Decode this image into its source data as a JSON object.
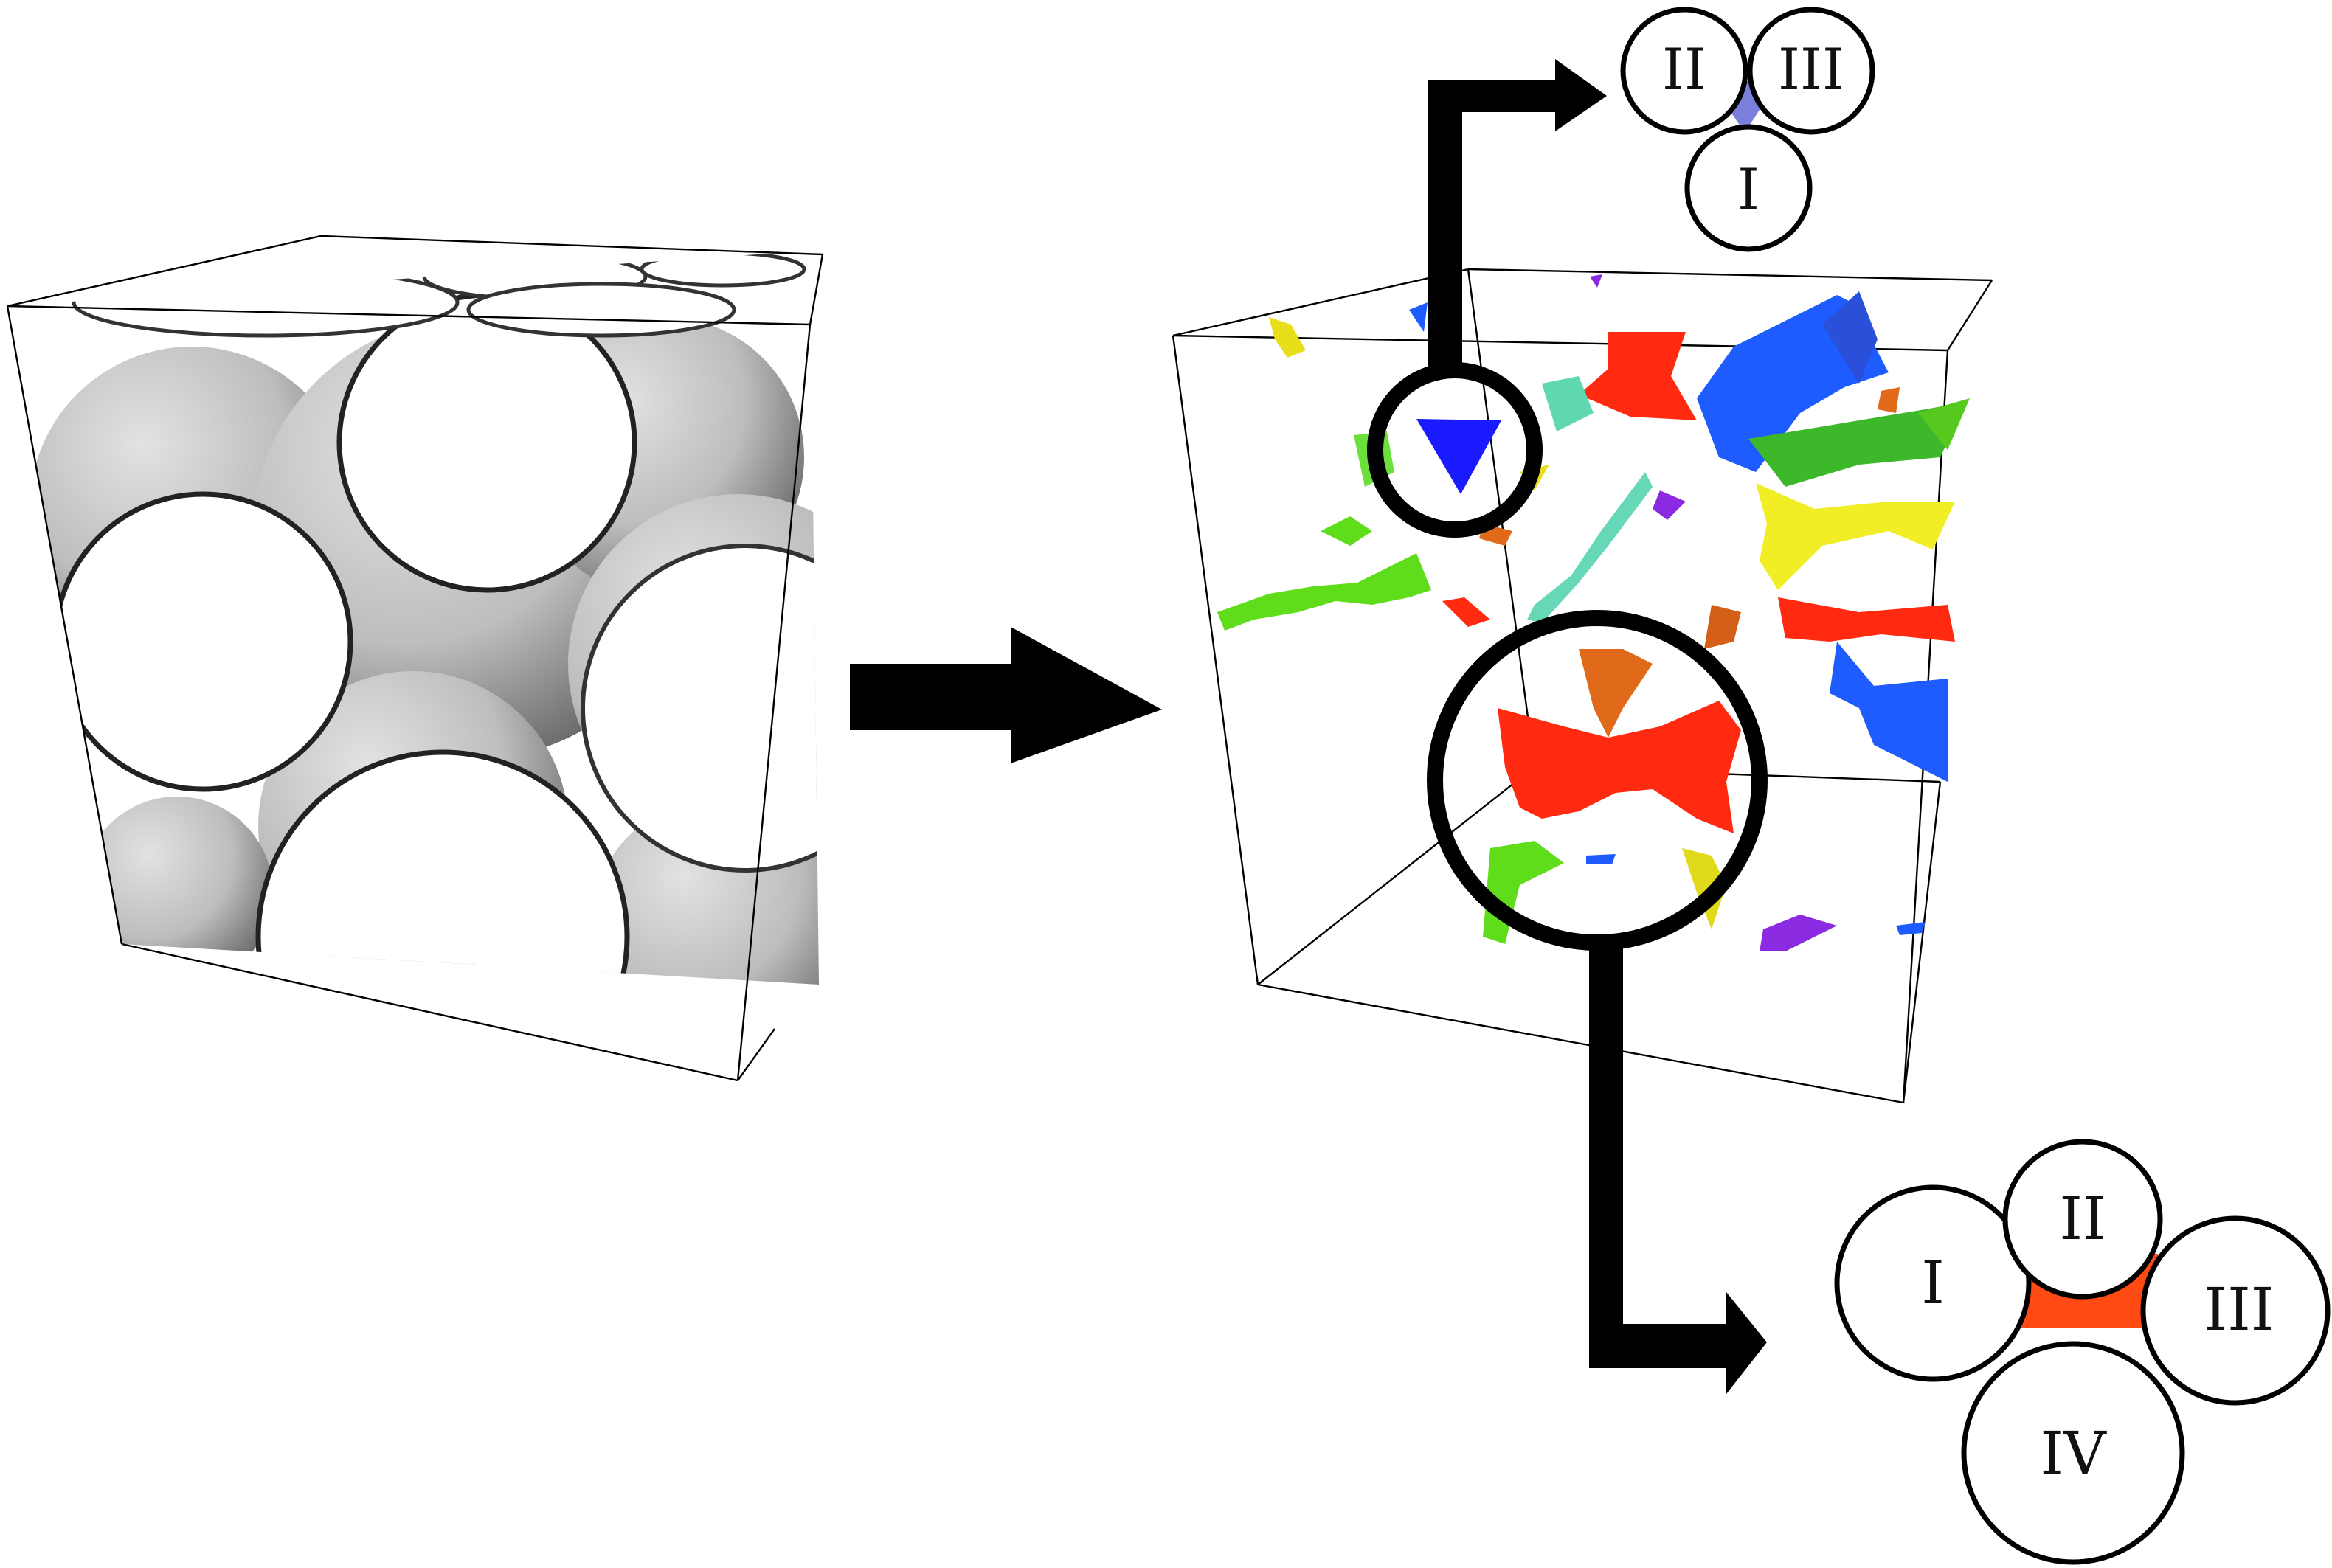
{
  "colors": {
    "background": "#ffffff",
    "outline": "#000000",
    "throat_three_grain": "#7b7fdc",
    "throat_four_grain": "#ff4a14",
    "pore_red": "#ff2a10",
    "pore_blue": "#1e5cff",
    "pore_green": "#5fdc1a",
    "pore_yellow": "#f2ee26",
    "pore_orange": "#e06a1a",
    "pore_purple": "#8a2be2",
    "pore_cyan": "#5fd7b0"
  },
  "icons": {
    "main_arrow": "right-arrow-icon",
    "callout_arrows": "elbow-arrow-icon"
  },
  "diagram": {
    "top_callout": {
      "grain_labels": [
        "II",
        "III",
        "I"
      ]
    },
    "bottom_callout": {
      "grain_labels": [
        "I",
        "II",
        "III",
        "IV"
      ]
    }
  }
}
